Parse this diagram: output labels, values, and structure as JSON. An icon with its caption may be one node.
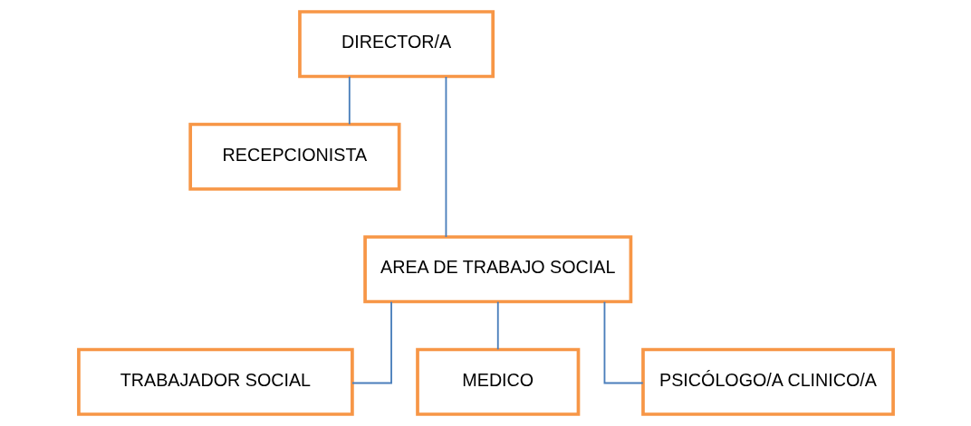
{
  "diagram": {
    "nodes": [
      {
        "text": [
          "DIRECTOR/A"
        ]
      },
      {
        "text": [
          "RECEPCIONISTA"
        ]
      },
      {
        "text": [
          "AREA DE TRABAJO SOCIAL"
        ]
      },
      {
        "text": [
          "TRABAJADOR SOCIAL"
        ]
      },
      {
        "text": [
          "MEDICO"
        ]
      },
      {
        "text": [
          "PSICÓLOGO/A CLINICO/A"
        ]
      }
    ],
    "edges": [
      {
        "from": 0,
        "to": 1,
        "arrow": "none"
      },
      {
        "from": 0,
        "to": 2,
        "arrow": "none"
      },
      {
        "from": 2,
        "to": 3,
        "arrow": "none"
      },
      {
        "from": 2,
        "to": 4,
        "arrow": "none"
      },
      {
        "from": 2,
        "to": 5,
        "arrow": "none"
      }
    ]
  }
}
